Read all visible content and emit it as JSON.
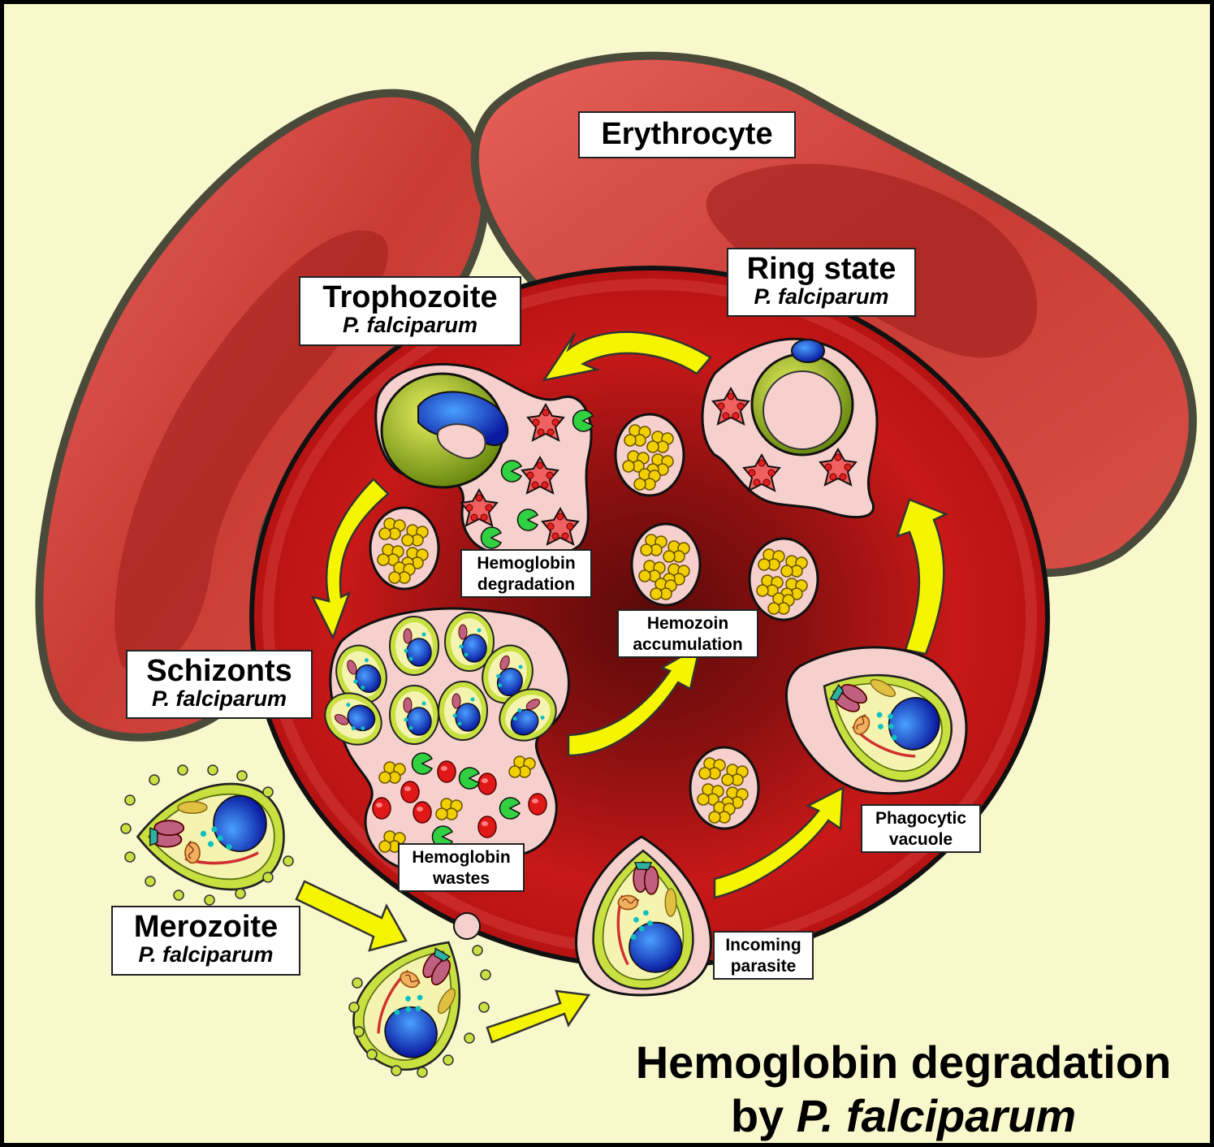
{
  "labels": {
    "erythrocyte": "Erythrocyte",
    "ring_state": {
      "title": "Ring state",
      "species": "P. falciparum"
    },
    "trophozoite": {
      "title": "Trophozoite",
      "species": "P. falciparum"
    },
    "schizonts": {
      "title": "Schizonts",
      "species": "P. falciparum"
    },
    "merozoite": {
      "title": "Merozoite",
      "species": "P. falciparum"
    },
    "hemoglobin_degradation": [
      "Hemoglobin",
      "degradation"
    ],
    "hemozoin_accumulation": [
      "Hemozoin",
      "accumulation"
    ],
    "hemoglobin_wastes": [
      "Hemoglobin",
      "wastes"
    ],
    "phagocytic_vacuole": [
      "Phagocytic",
      "vacuole"
    ],
    "incoming_parasite": [
      "Incoming",
      "parasite"
    ]
  },
  "title": {
    "line1": "Hemoglobin degradation",
    "line2_prefix": "by ",
    "line2_species": "P. falciparum"
  },
  "colors": {
    "background": "#f8f8cc",
    "erythrocyte_red": "#c9302a",
    "arrow_yellow": "#f5f500",
    "vacuole_pink": "#f6d0cc",
    "parasite_green": "#a8c820",
    "nucleus_blue": "#1030c0"
  }
}
